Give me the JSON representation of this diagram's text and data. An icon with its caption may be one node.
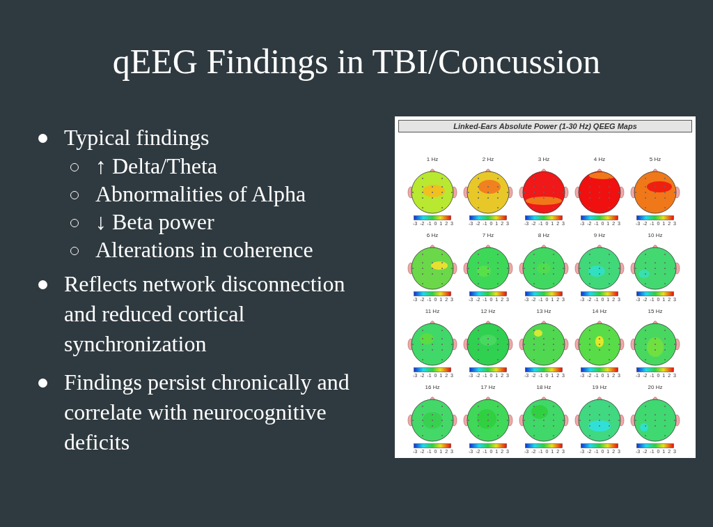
{
  "diagram": {
    "title": "qEEG Findings in TBI/Concussion",
    "labels": [
      "Typical findings",
      "↑ Delta/Theta",
      "Abnormalities of Alpha",
      "↓ Beta power",
      "Alterations in coherence",
      "Reflects network disconnection and reduced cortical synchronization",
      "Findings persist chronically and correlate with neurocognitive deficits",
      "Linked-Ears Absolute Power (1-30 Hz) QEEG Maps",
      "1 Hz",
      "2 Hz",
      "3 Hz",
      "4 Hz",
      "5 Hz",
      "-3 -2 -1 0 1 2 3",
      "-3 -2 -1 0 1 2 3",
      "-3 -2 -1 0 1 2 3",
      "-3 -2 -1 0 1 2 3",
      "-3 -2 -1 0 1 2 3",
      "6 Hz",
      "7 Hz",
      "8 Hz",
      "9 Hz",
      "10 Hz",
      "-3 -2 -1 0 1 2 3",
      "-3 -2 -1 0 1 2 3",
      "-3 -2 -1 0 1 2 3",
      "-3 -2 -1 0 1 2 3",
      "-3 -2 -1 0 1 2 3",
      "11 Hz",
      "12 Hz",
      "13 Hz",
      "14 Hz",
      "15 Hz",
      "-3 -2 -1 0 1 2 3",
      "-3 -2 -1 0 1 2 3",
      "-3 -2 -1 0 1 2 3",
      "-3 -2 -1 0 1 2 3",
      "-3 -2 -1 0 1 2 3",
      "16 Hz",
      "17 Hz",
      "18 Hz",
      "19 Hz",
      "20 Hz",
      "-3 -2 -1 0 1 2 3",
      "-3 -2 -1 0 1 2 3",
      "-3 -2 -1 0 1 2 3",
      "-3 -2 -1 0 1 2 3",
      "-3 -2 -1 0 1 2 3"
    ]
  }
}
